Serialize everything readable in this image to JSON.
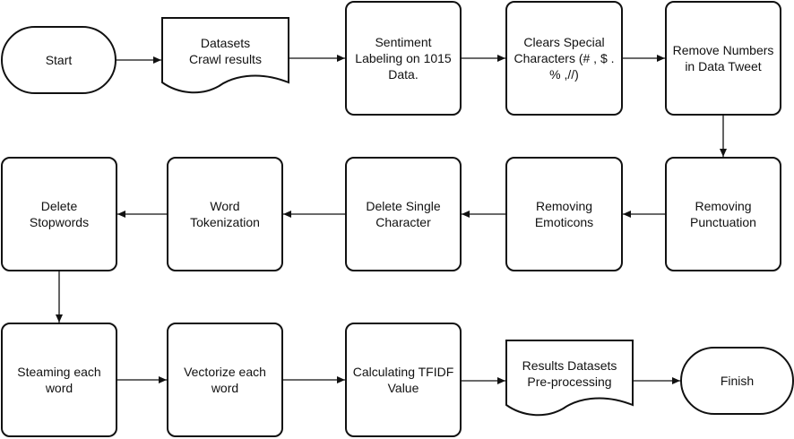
{
  "nodes": [
    {
      "id": "start",
      "shape": "terminator",
      "lines": [
        "Start"
      ]
    },
    {
      "id": "datasets",
      "shape": "document",
      "lines": [
        "Datasets",
        "Crawl results"
      ]
    },
    {
      "id": "labeling",
      "shape": "process",
      "lines": [
        "Sentiment",
        "Labeling on 1015",
        "Data."
      ]
    },
    {
      "id": "clear-special",
      "shape": "process",
      "lines": [
        "Clears Special",
        "Characters (# , $ .",
        "% ,//)"
      ]
    },
    {
      "id": "remove-numbers",
      "shape": "process",
      "lines": [
        "Remove Numbers",
        "in Data Tweet"
      ]
    },
    {
      "id": "remove-punct",
      "shape": "process",
      "lines": [
        "Removing",
        "Punctuation"
      ]
    },
    {
      "id": "remove-emoticons",
      "shape": "process",
      "lines": [
        "Removing",
        "Emoticons"
      ]
    },
    {
      "id": "delete-single",
      "shape": "process",
      "lines": [
        "Delete Single",
        "Character"
      ]
    },
    {
      "id": "tokenization",
      "shape": "process",
      "lines": [
        "Word",
        "Tokenization"
      ]
    },
    {
      "id": "stopwords",
      "shape": "process",
      "lines": [
        "Delete",
        "Stopwords"
      ]
    },
    {
      "id": "steaming",
      "shape": "process",
      "lines": [
        "Steaming each",
        "word"
      ]
    },
    {
      "id": "vectorize",
      "shape": "process",
      "lines": [
        "Vectorize each",
        "word"
      ]
    },
    {
      "id": "tfidf",
      "shape": "process",
      "lines": [
        "Calculating TFIDF",
        "Value"
      ]
    },
    {
      "id": "results",
      "shape": "document",
      "lines": [
        "Results Datasets",
        "Pre-processing"
      ]
    },
    {
      "id": "finish",
      "shape": "terminator",
      "lines": [
        "Finish"
      ]
    }
  ],
  "edges": [
    {
      "from": "start",
      "to": "datasets"
    },
    {
      "from": "datasets",
      "to": "labeling"
    },
    {
      "from": "labeling",
      "to": "clear-special"
    },
    {
      "from": "clear-special",
      "to": "remove-numbers"
    },
    {
      "from": "remove-numbers",
      "to": "remove-punct"
    },
    {
      "from": "remove-punct",
      "to": "remove-emoticons"
    },
    {
      "from": "remove-emoticons",
      "to": "delete-single"
    },
    {
      "from": "delete-single",
      "to": "tokenization"
    },
    {
      "from": "tokenization",
      "to": "stopwords"
    },
    {
      "from": "stopwords",
      "to": "steaming"
    },
    {
      "from": "steaming",
      "to": "vectorize"
    },
    {
      "from": "vectorize",
      "to": "tfidf"
    },
    {
      "from": "tfidf",
      "to": "results"
    },
    {
      "from": "results",
      "to": "finish"
    }
  ]
}
